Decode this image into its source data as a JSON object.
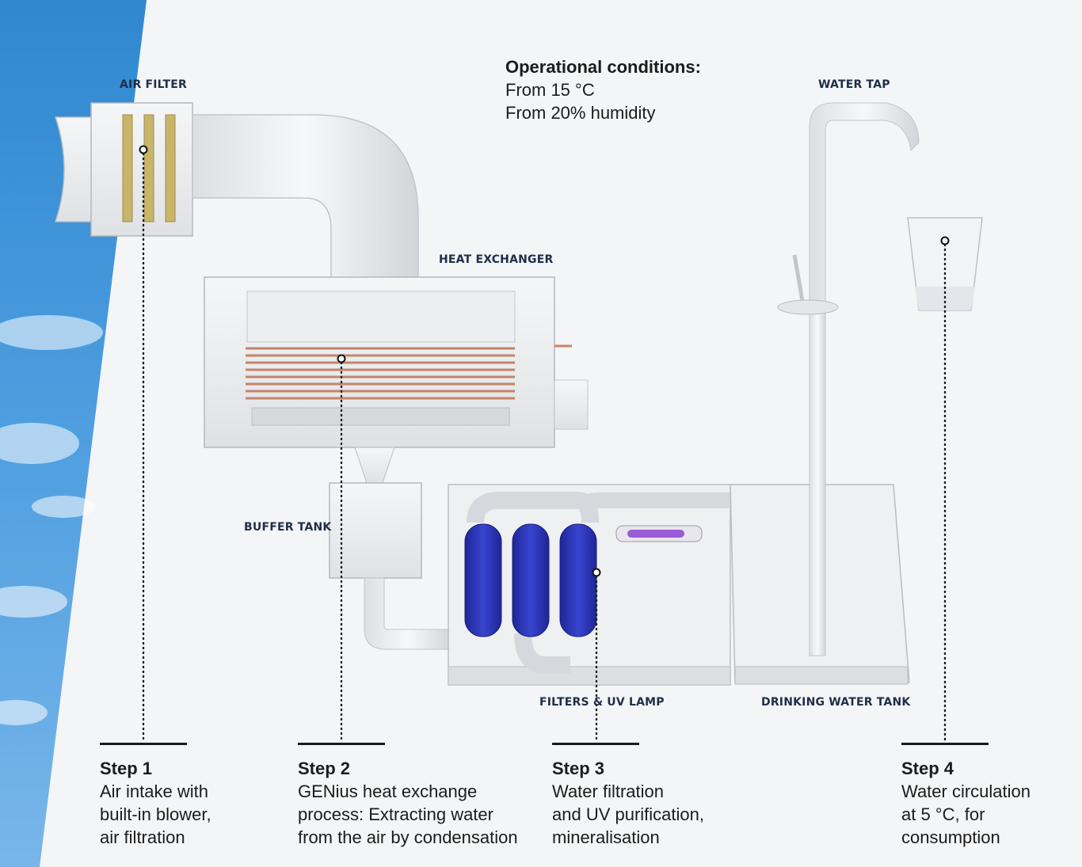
{
  "conditions": {
    "title": "Operational conditions:",
    "lines": [
      "From 15 °C",
      "From 20% humidity"
    ]
  },
  "component_labels": {
    "air_filter": "AIR FILTER",
    "heat_exchanger": "HEAT EXCHANGER",
    "buffer_tank": "BUFFER TANK",
    "filters_uv_lamp": "FILTERS & UV LAMP",
    "drinking_water_tank": "DRINKING WATER TANK",
    "water_tap": "WATER TAP"
  },
  "steps": [
    {
      "title": "Step 1",
      "lines": [
        "Air intake with",
        "built-in blower,",
        "air filtration"
      ]
    },
    {
      "title": "Step 2",
      "lines": [
        "GENius heat exchange",
        "process: Extracting water",
        "from the air by condensation"
      ]
    },
    {
      "title": "Step 3",
      "lines": [
        "Water filtration",
        "and UV purification,",
        "mineralisation"
      ]
    },
    {
      "title": "Step 4",
      "lines": [
        "Water circulation",
        "at 5 °C, for",
        "consumption"
      ]
    }
  ],
  "colors": {
    "sky": "#3d8fd2",
    "filter_cartridge": "#2b36b8",
    "uv_lamp": "#9a5bd6",
    "copper_coil": "#c4846a",
    "filter_media": "#c9b56a"
  }
}
